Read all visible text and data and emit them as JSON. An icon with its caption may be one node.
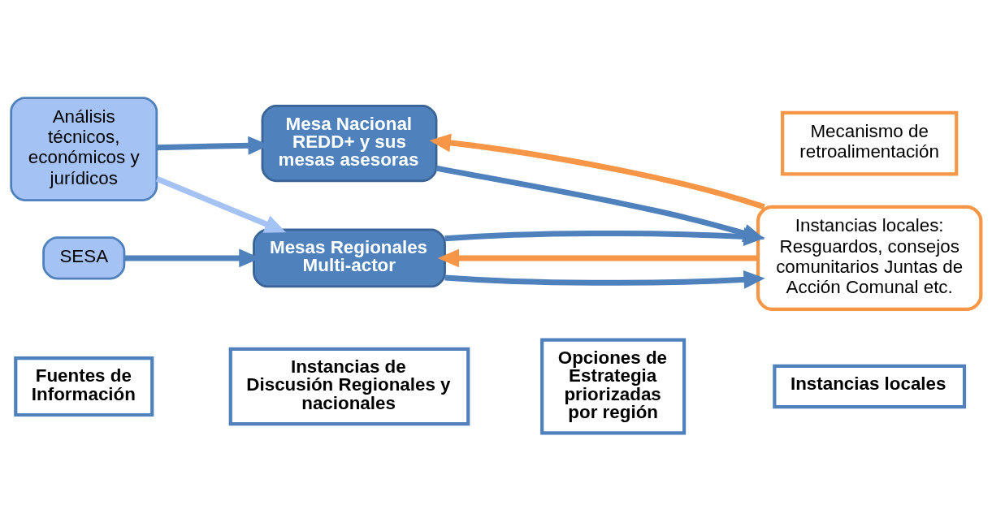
{
  "diagram": {
    "nodes": [
      {
        "text": [
          "Fuentes de Información"
        ]
      },
      {
        "text": [
          "Instancias de Discusión Regionales y nacionales"
        ]
      },
      {
        "text": [
          "Opciones de Estrategia priorizadas por región"
        ]
      },
      {
        "text": [
          "Instancias locales"
        ]
      },
      {
        "text": [
          "Análisis técnicos, económicos y jurídicos"
        ]
      },
      {
        "text": [
          "Mesa Nacional REDD+ y sus mesas asesoras"
        ]
      },
      {
        "text": [
          "Mesas Regionales Multi-actor"
        ]
      },
      {
        "text": [
          "SESA"
        ]
      },
      {
        "text": [
          "Instancias locales: Resguardos, consejos comunitarios Juntas de Acción Comunal etc."
        ]
      },
      {
        "text": [
          "Mecanismo de retroalimentación"
        ]
      }
    ],
    "edges": [
      {
        "from": 4,
        "to": 5,
        "arrow": "to"
      },
      {
        "from": 4,
        "to": 6,
        "arrow": "to",
        "color": "#a4c2f4"
      },
      {
        "from": 7,
        "to": 6,
        "arrow": "to"
      },
      {
        "from": 5,
        "to": 8,
        "arrow": "to"
      },
      {
        "from": 8,
        "to": 5,
        "arrow": "to",
        "color": "#f79646"
      },
      {
        "from": 6,
        "to": 8,
        "arrow": "to"
      },
      {
        "from": 8,
        "to": 6,
        "arrow": "to",
        "color": "#f79646"
      },
      {
        "from": 6,
        "to": 8,
        "arrow": "to"
      }
    ]
  }
}
